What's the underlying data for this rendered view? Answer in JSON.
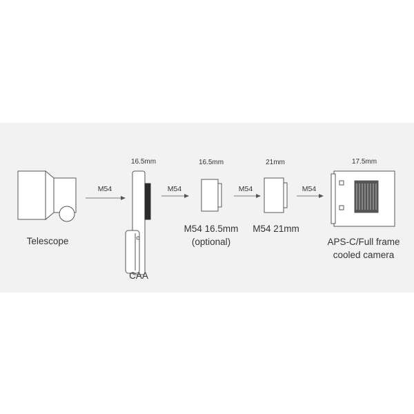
{
  "components": {
    "telescope": {
      "name": "Telescope"
    },
    "caa": {
      "name": "CAA",
      "dimension": "16.5mm"
    },
    "m54_165": {
      "name_line1": "M54 16.5mm",
      "name_line2": "(optional)",
      "dimension": "16.5mm"
    },
    "m54_21": {
      "name": "M54 21mm",
      "dimension": "21mm"
    },
    "camera": {
      "name_line1": "APS-C/Full frame",
      "name_line2": "cooled camera",
      "dimension": "17.5mm"
    }
  },
  "connections": [
    {
      "label": "M54"
    },
    {
      "label": "M54"
    },
    {
      "label": "M54"
    },
    {
      "label": "M54"
    }
  ],
  "colors": {
    "background": "#ffffff",
    "band": "#f2f2f2",
    "line": "#555555",
    "text": "#333333",
    "accent_dark": "#2b2b2b"
  }
}
